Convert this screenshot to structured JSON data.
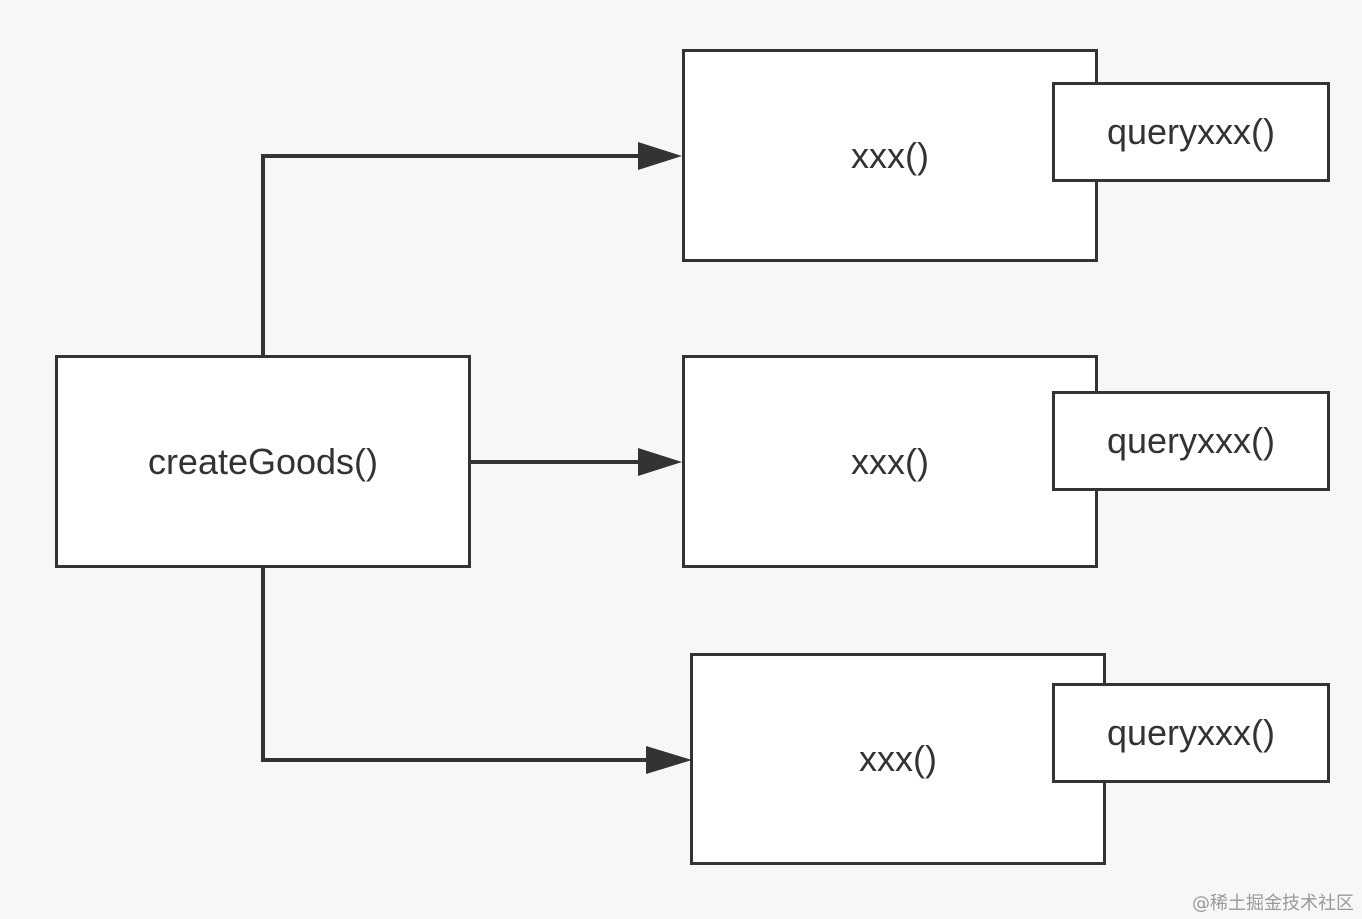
{
  "diagram": {
    "source": {
      "label": "createGoods()"
    },
    "targets": [
      {
        "label": "xxx()",
        "query_label": "queryxxx()"
      },
      {
        "label": "xxx()",
        "query_label": "queryxxx()"
      },
      {
        "label": "xxx()",
        "query_label": "queryxxx()"
      }
    ]
  },
  "colors": {
    "stroke": "#333333",
    "box_fill": "#ffffff",
    "background": "#f7f7f7"
  },
  "watermark": "@稀土掘金技术社区"
}
